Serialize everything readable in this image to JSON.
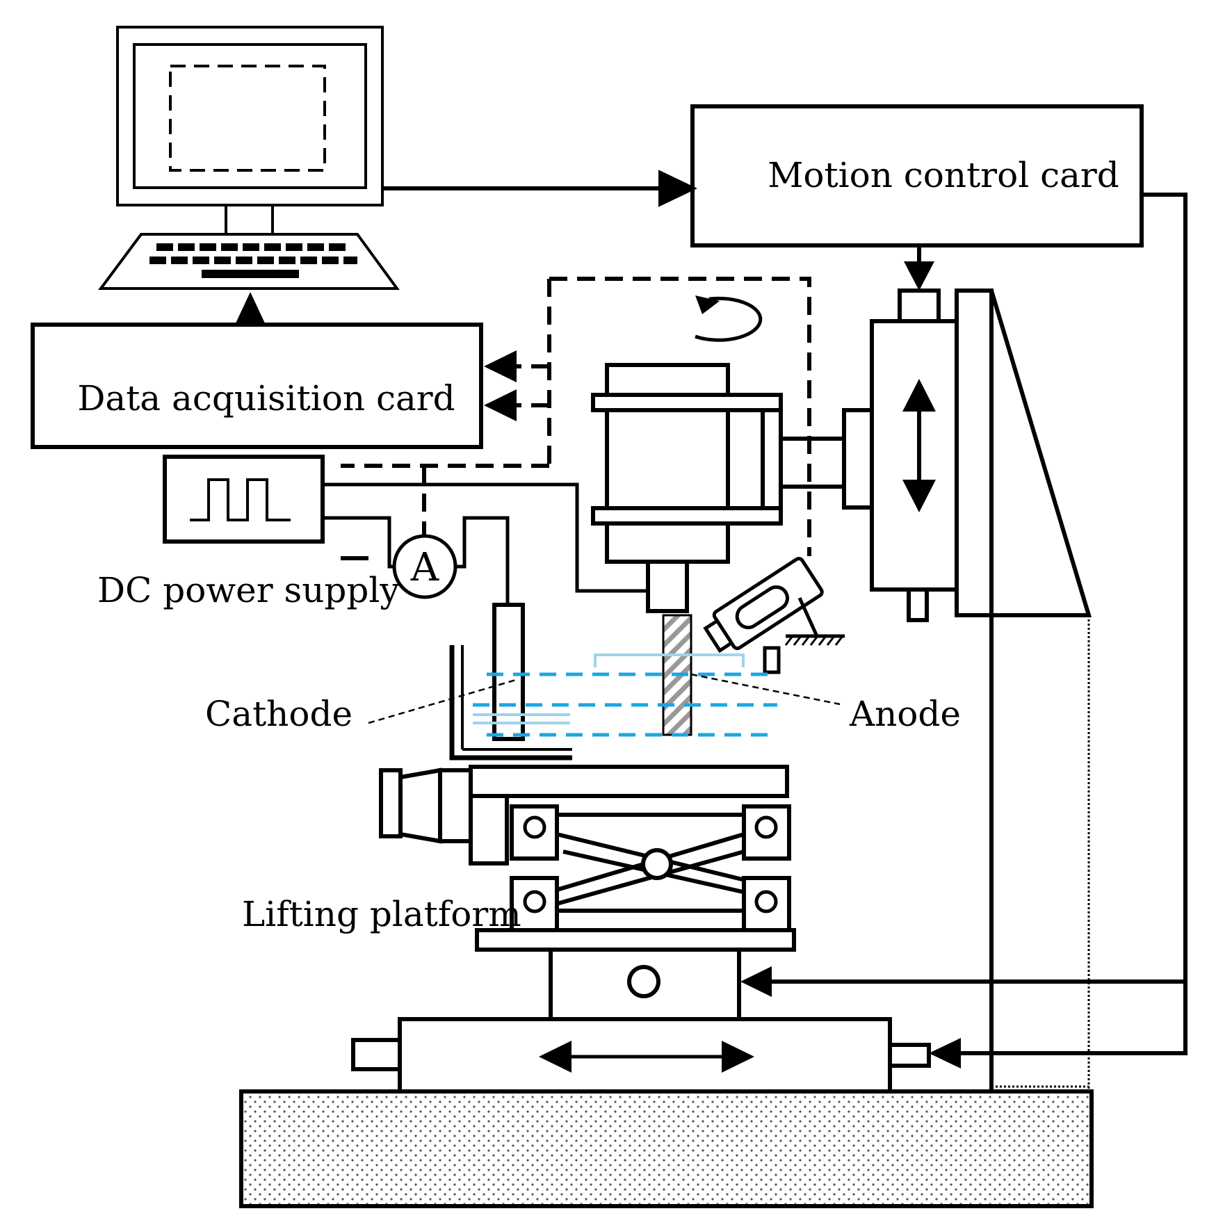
{
  "labels": {
    "motion_control_card": "Motion control card",
    "data_acquisition_card": "Data acquisition card",
    "dc_power_supply": "DC power supply",
    "ammeter_symbol": "A",
    "cathode": "Cathode",
    "anode": "Anode",
    "lifting_platform": "Lifting platform"
  },
  "colors": {
    "line": "#000000",
    "electrolyte_dash": "#1aa7e0",
    "electrolyte_tank": "#9fd3ec",
    "base_fill": "#ffffff",
    "base_dots": "#555555"
  },
  "icons": [
    "computer-monitor-icon",
    "keyboard-icon",
    "rotation-arrow-icon",
    "square-wave-icon",
    "camera-icon",
    "ammeter-icon"
  ]
}
